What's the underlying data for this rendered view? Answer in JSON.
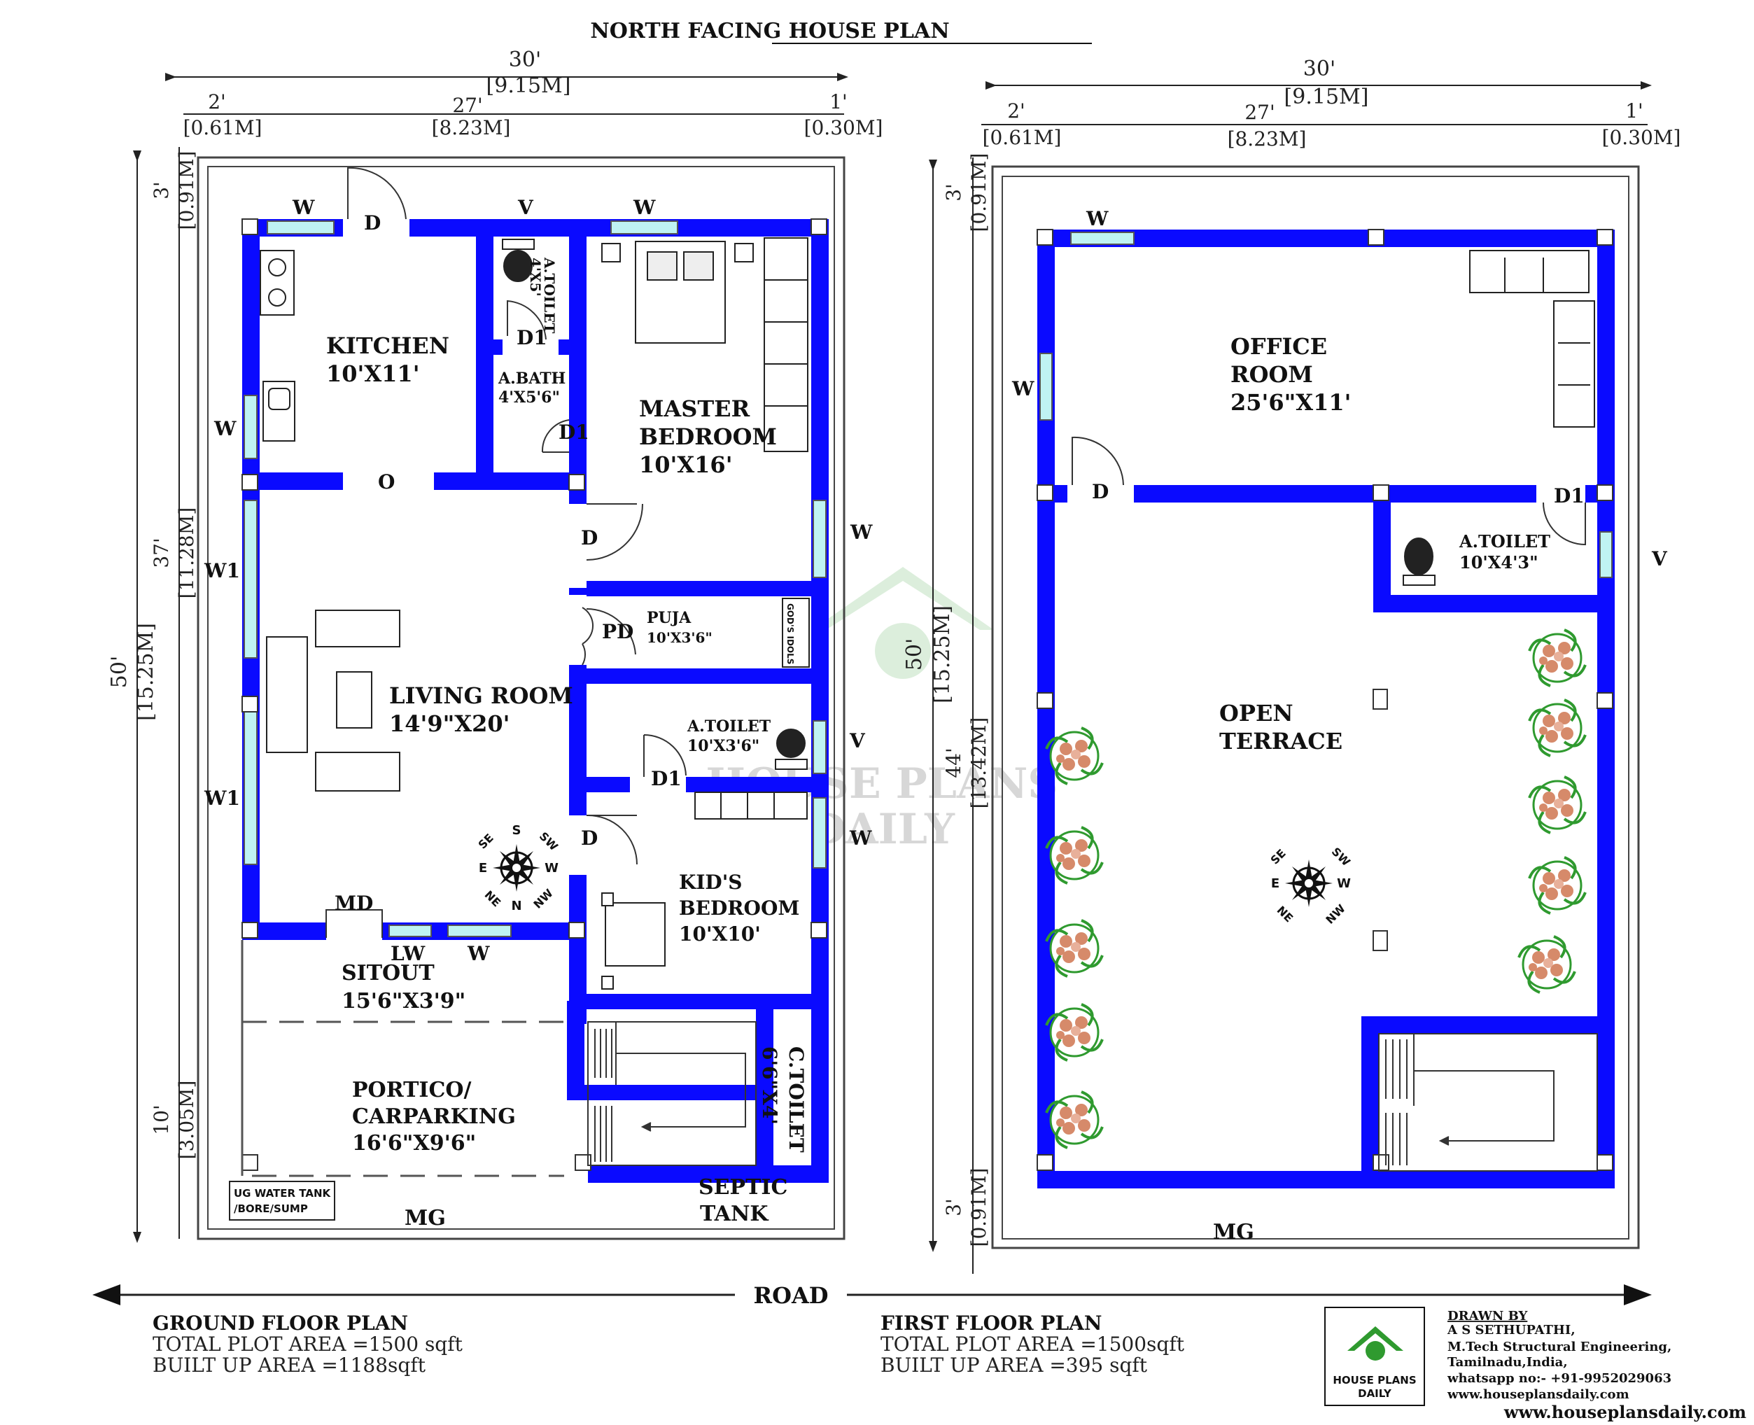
{
  "title": "NORTH FACING HOUSE PLAN",
  "watermark": {
    "line1": "HOUSE PLANS",
    "line2": "DAILY"
  },
  "colors": {
    "wall": "#0a0aff",
    "window": "#bff3f3",
    "plant": "#2f9a2f",
    "flower": "#d68a6a"
  },
  "ground": {
    "dims": {
      "top_total_ft": "30'",
      "top_total_m": "[9.15M]",
      "top_a_ft": "2'",
      "top_a_m": "[0.61M]",
      "top_b_ft": "27'",
      "top_b_m": "[8.23M]",
      "top_c_ft": "1'",
      "top_c_m": "[0.30M]",
      "left_total_ft": "50'",
      "left_total_m": "[15.25M]",
      "left_a_ft": "3'",
      "left_a_m": "[0.91M]",
      "left_b_ft": "37'",
      "left_b_m": "[11.28M]",
      "left_c_ft": "10'",
      "left_c_m": "[3.05M]"
    },
    "rooms": {
      "kitchen_name": "KITCHEN",
      "kitchen_size": "10'X11'",
      "atoilet1_name": "A.TOILET",
      "atoilet1_size": "4'X5'",
      "abath_name": "A.BATH",
      "abath_size": "4'X5'6\"",
      "master_l1": "MASTER",
      "master_l2": "BEDROOM",
      "master_size": "10'X16'",
      "living_name": "LIVING ROOM",
      "living_size": "14'9\"X20'",
      "puja_name": "PUJA",
      "puja_size": "10'X3'6\"",
      "gods_idols": "GOD'S IDOLS",
      "atoilet2_name": "A.TOILET",
      "atoilet2_size": "10'X3'6\"",
      "kids_l1": "KID'S",
      "kids_l2": "BEDROOM",
      "kids_size": "10'X10'",
      "sitout_name": "SITOUT",
      "sitout_size": "15'6\"X3'9\"",
      "portico_l1": "PORTICO/",
      "portico_l2": "CARPARKING",
      "portico_size": "16'6\"X9'6\"",
      "ctoilet_name": "C.TOILET",
      "ctoilet_size": "6'6\"X4'",
      "septic_l1": "SEPTIC",
      "septic_l2": "TANK",
      "ugtank_l1": "UG WATER TANK",
      "ugtank_l2": "/BORE/SUMP",
      "mg": "MG"
    },
    "openings": {
      "w": "W",
      "d": "D",
      "v": "V",
      "d1": "D1",
      "o": "O",
      "w1": "W1",
      "md": "MD",
      "lw": "LW",
      "pd": "PD"
    },
    "caption": {
      "title": "GROUND FLOOR PLAN",
      "plot": "TOTAL PLOT AREA =1500 sqft",
      "built": "BUILT UP AREA =1188sqft"
    }
  },
  "first": {
    "dims": {
      "top_total_ft": "30'",
      "top_total_m": "[9.15M]",
      "top_a_ft": "2'",
      "top_a_m": "[0.61M]",
      "top_b_ft": "27'",
      "top_b_m": "[8.23M]",
      "top_c_ft": "1'",
      "top_c_m": "[0.30M]",
      "left_total_ft": "50'",
      "left_total_m": "[15.25M]",
      "left_a_ft": "3'",
      "left_a_m": "[0.91M]",
      "left_b_ft": "44'",
      "left_b_m": "[13.42M]",
      "left_c_ft": "3'",
      "left_c_m": "[0.91M]"
    },
    "rooms": {
      "office_l1": "OFFICE",
      "office_l2": "ROOM",
      "office_size": "25'6\"X11'",
      "atoilet_name": "A.TOILET",
      "atoilet_size": "10'X4'3\"",
      "terrace_l1": "OPEN",
      "terrace_l2": "TERRACE",
      "mg": "MG"
    },
    "openings": {
      "w": "W",
      "d": "D",
      "d1": "D1",
      "v": "V"
    },
    "caption": {
      "title": "FIRST FLOOR PLAN",
      "plot": "TOTAL PLOT AREA =1500sqft",
      "built": "BUILT UP AREA =395 sqft"
    }
  },
  "compass": {
    "s": "S",
    "se": "SE",
    "sw": "SW",
    "e": "E",
    "w": "W",
    "ne": "NE",
    "n": "N",
    "nw": "NW"
  },
  "road": "ROAD",
  "logo": {
    "l1": "HOUSE PLANS",
    "l2": "DAILY"
  },
  "credits": {
    "l1": "DRAWN BY",
    "l2": "A S SETHUPATHI,",
    "l3": "M.Tech Structural Engineering,",
    "l4": "Tamilnadu,India,",
    "l5": "whatsapp no:- +91-9952029063",
    "l6": "www.houseplansdaily.com"
  },
  "site_url": "www.houseplansdaily.com"
}
